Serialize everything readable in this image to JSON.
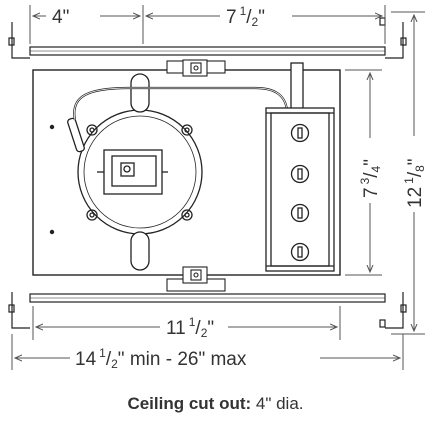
{
  "dimensions": {
    "top_left": "4\"",
    "top_right_whole": "7",
    "top_right_frac_num": "1",
    "top_right_frac_den": "2",
    "top_right_inch": "\"",
    "height_whole": "7",
    "height_frac_num": "3",
    "height_frac_den": "4",
    "height_inch": "\"",
    "overall_height_whole": "12",
    "overall_height_frac_num": "1",
    "overall_height_frac_den": "8",
    "overall_height_inch": "\"",
    "inner_width_whole": "11",
    "inner_width_frac_num": "1",
    "inner_width_frac_den": "2",
    "inner_width_inch": "\"",
    "bar_width_whole": "14",
    "bar_width_frac_num": "1",
    "bar_width_frac_den": "2",
    "bar_width_rest": "\" min - 26\" max"
  },
  "caption": {
    "label": "Ceiling cut out:",
    "value": " 4\" dia."
  },
  "colors": {
    "line": "#222222",
    "dim_line": "#555555"
  }
}
